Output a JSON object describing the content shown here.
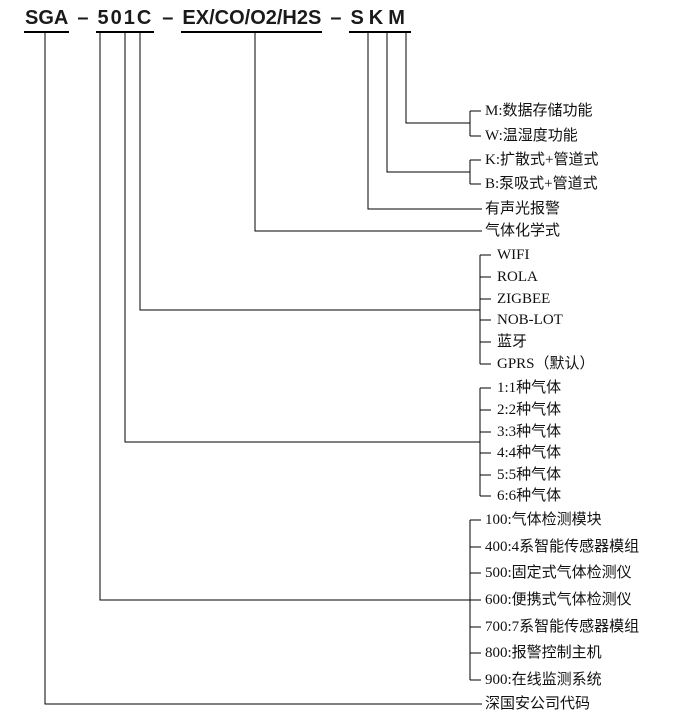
{
  "code": {
    "dash": "–",
    "segments": [
      "SGA",
      "501C",
      "EX/CO/O2/H2S",
      "SKM"
    ]
  },
  "legend": {
    "storage_options": [
      "M:数据存储功能",
      "W:温湿度功能"
    ],
    "sampling_options": [
      "K:扩散式+管道式",
      "B:泵吸式+管道式"
    ],
    "alarm": "有声光报警",
    "gas_formula": "气体化学式",
    "comm_options": [
      "WIFI",
      "ROLA",
      "ZIGBEE",
      "NOB-LOT",
      "蓝牙",
      "GPRS（默认）"
    ],
    "gas_count_options": [
      "1:1种气体",
      "2:2种气体",
      "3:3种气体",
      "4:4种气体",
      "5:5种气体",
      "6:6种气体"
    ],
    "series_options": [
      "100:气体检测模块",
      "400:4系智能传感器模组",
      "500:固定式气体检测仪",
      "600:便携式气体检测仪",
      "700:7系智能传感器模组",
      "800:报警控制主机",
      "900:在线监测系统"
    ],
    "company": "深国安公司代码"
  },
  "colors": {
    "line": "#000000",
    "text": "#111111",
    "background": "#ffffff"
  }
}
